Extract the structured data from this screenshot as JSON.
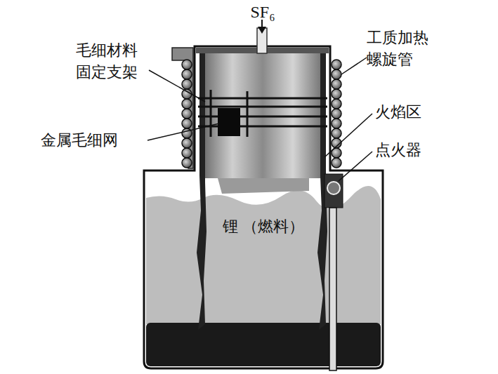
{
  "diagram": {
    "nodes": [
      {
        "text": [
          "锂 （燃料）"
        ]
      }
    ],
    "labels": [
      "SF₆",
      "毛细材料 固定支架",
      "工质加热 螺旋管",
      "金属毛细网",
      "火焰区",
      "点火器"
    ]
  }
}
